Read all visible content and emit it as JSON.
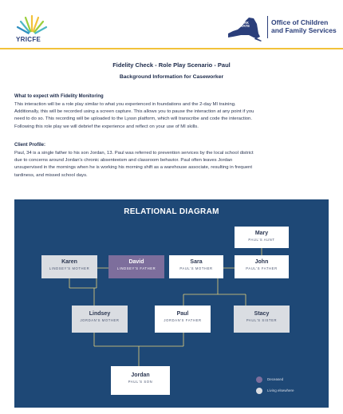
{
  "header": {
    "left_logo_text": "YRICFE",
    "state_label": [
      "NEW",
      "YORK",
      "STATE"
    ],
    "agency_name": [
      "Office of Children",
      "and Family Services"
    ]
  },
  "title": "Fidelity Check - Role Play Scenario - Paul",
  "subtitle": "Background Information for Caseworker",
  "sections": [
    {
      "heading": "What to expect with Fidelity Monitoring",
      "lines": [
        "This interaction will be a role play similar to what you experienced in foundations and the 2-day MI training.",
        "Additionally, this will be recorded using a screen capture. This allows you to pause the interaction at any point if you",
        "need to do so. This recording will be uploaded to the Lyssn platform, which will transcribe and code the interaction.",
        "Following this role play we will debrief the experience and reflect on your use of MI skills."
      ]
    },
    {
      "heading": "Client Profile:",
      "lines": [
        "Paul, 34 is a single father to his son Jordan, 13. Paul was referred to prevention services by the local school district",
        "due to concerns around Jordan's chronic absenteeism and classroom behavior. Paul often leaves Jordan",
        "unsupervised in the mornings when he is working his morning shift as a warehouse associate, resulting in frequent",
        "tardiness, and missed school days."
      ]
    }
  ],
  "diagram": {
    "title": "RELATIONAL DIAGRAM",
    "nodes": {
      "mary": {
        "name": "Mary",
        "role": "PAUL'S AUNT",
        "style": "white"
      },
      "karen": {
        "name": "Karen",
        "role": "LINDSEY'S MOTHER",
        "style": "grey"
      },
      "david": {
        "name": "David",
        "role": "LINDSEY'S FATHER",
        "style": "purple"
      },
      "sara": {
        "name": "Sara",
        "role": "PAUL'S MOTHER",
        "style": "white"
      },
      "john": {
        "name": "John",
        "role": "PAUL'S FATHER",
        "style": "white"
      },
      "lindsey": {
        "name": "Lindsey",
        "role": "JORDAN'S MOTHER",
        "style": "grey"
      },
      "paul": {
        "name": "Paul",
        "role": "JORDAN'S FATHER",
        "style": "white"
      },
      "stacy": {
        "name": "Stacy",
        "role": "PAUL'S SISTER",
        "style": "grey"
      },
      "jordan": {
        "name": "Jordan",
        "role": "PAUL'S SON",
        "style": "white"
      }
    },
    "legend": [
      {
        "label": "Deceased",
        "color": "#7d6e9c"
      },
      {
        "label": "Living elsewhere",
        "color": "#dadde2"
      }
    ]
  }
}
